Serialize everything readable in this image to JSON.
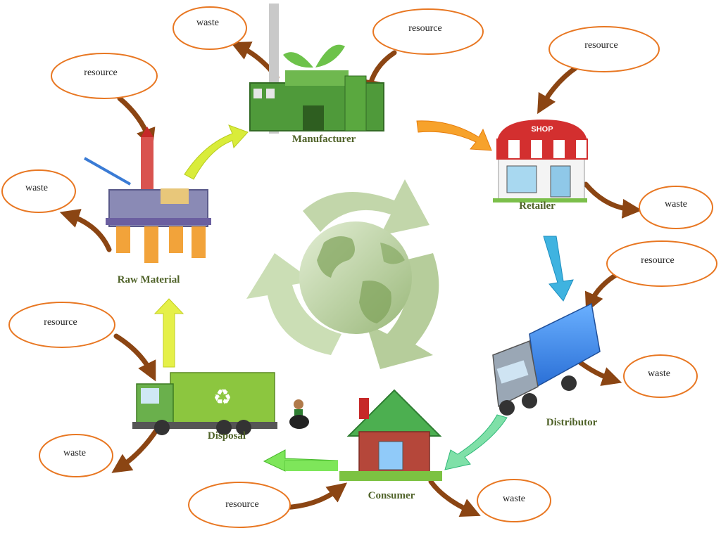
{
  "diagram": {
    "stages": {
      "raw_material": "Raw Material",
      "manufacturer": "Manufacturer",
      "retailer": "Retailer",
      "distributor": "Distributor",
      "consumer": "Consumer",
      "disposal": "Disposal"
    },
    "clouds": {
      "raw_resource": "resource",
      "raw_waste": "waste",
      "manufacturer_waste": "waste",
      "manufacturer_resource": "resource",
      "retailer_resource": "resource",
      "retailer_waste": "waste",
      "distributor_resource": "resource",
      "distributor_waste": "waste",
      "consumer_resource": "resource",
      "consumer_waste": "waste",
      "disposal_resource": "resource",
      "disposal_waste": "waste"
    },
    "truck_sign": "SHOP"
  },
  "colors": {
    "label": "#4f6228",
    "cloud_stroke": "#e87722",
    "brown_arrow": "#8b4513",
    "recycle": "#a9c48a"
  },
  "icons": [
    "oil-rig-icon",
    "factory-icon",
    "shop-icon",
    "truck-icon",
    "house-icon",
    "garbage-truck-icon",
    "recycle-globe-icon"
  ]
}
